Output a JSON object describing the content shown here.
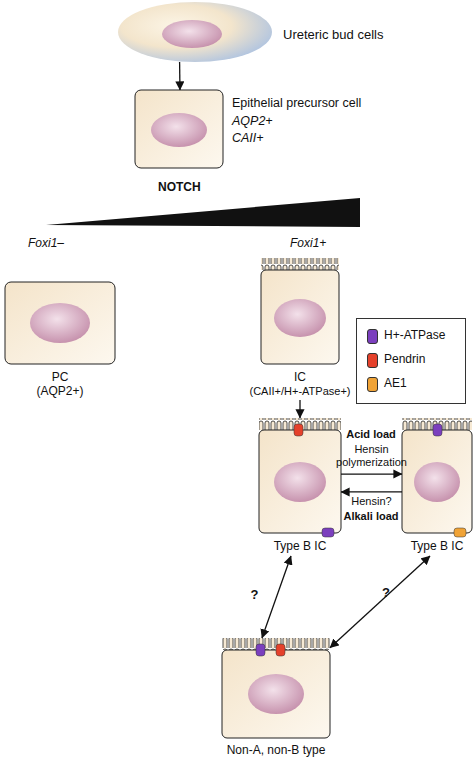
{
  "diagram": {
    "nodes": [
      {
        "text": [
          "Ureteric bud cells"
        ]
      },
      {
        "text": [
          "Epithelial precursor cell",
          "AQP2+",
          "CAII+"
        ]
      },
      {
        "text": [
          "PC",
          "(AQP2+)"
        ]
      },
      {
        "text": [
          "IC",
          "(CAII+/H+-ATPase+)"
        ]
      },
      {
        "text": [
          "Type B IC"
        ]
      },
      {
        "text": [
          "Type B IC"
        ]
      },
      {
        "text": [
          "Non-A, non-B type"
        ]
      }
    ],
    "edges": [
      {
        "from": 0,
        "to": 1,
        "arrow": "to"
      },
      {
        "from": 3,
        "to": 4,
        "arrow": "to"
      },
      {
        "from": 4,
        "to": 5,
        "label": "Hensin polymerization",
        "arrow": "to"
      },
      {
        "from": 5,
        "to": 4,
        "label": "Hensin?",
        "arrow": "to"
      },
      {
        "from": 4,
        "to": 6,
        "label": "?",
        "arrow": "both"
      },
      {
        "from": 5,
        "to": 6,
        "label": "?",
        "arrow": "both"
      }
    ],
    "labels": [
      "NOTCH",
      "Foxi1–",
      "Foxi1+",
      "Acid load",
      "Alkali load"
    ],
    "legend": [
      {
        "text": "H+-ATPase",
        "color": "#7b3fbe"
      },
      {
        "text": "Pendrin",
        "color": "#e5412b"
      },
      {
        "text": "AE1",
        "color": "#f0a336"
      }
    ]
  }
}
